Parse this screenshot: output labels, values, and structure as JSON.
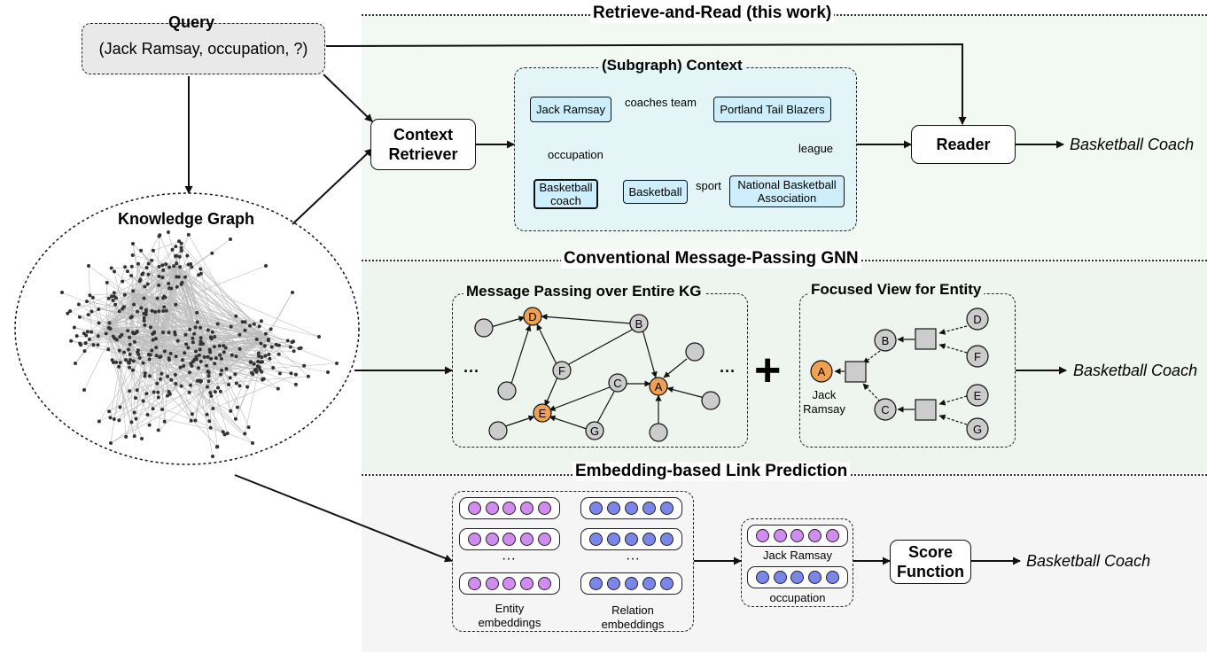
{
  "colors": {
    "retrieve_bg": "#f2f8f2",
    "gnn_bg": "#eef4ee",
    "embed_bg": "#f5f5f5",
    "node_fill": "#cdeefa",
    "context_fill": "#e4f5f7",
    "orange": "#f0a050",
    "gray_node": "#cccccc",
    "purple": "#d18cf0",
    "blue": "#7b86ea"
  },
  "query": {
    "title": "Query",
    "text": "(Jack Ramsay, occupation, ?)"
  },
  "kg": {
    "title": "Knowledge Graph"
  },
  "retrieve": {
    "section_title": "Retrieve-and-Read (this work)",
    "context_retriever": "Context Retriever",
    "reader": "Reader",
    "output": "Basketball Coach",
    "context": {
      "title": "(Subgraph) Context",
      "nodes": {
        "jack": "Jack Ramsay",
        "portland": "Portland Tail Blazers",
        "coach": "Basketball coach",
        "basketball": "Basketball",
        "nba": "National Basketball Association"
      },
      "edges": {
        "coaches": "coaches team",
        "occupation": "occupation",
        "league": "league",
        "sport": "sport"
      }
    }
  },
  "gnn": {
    "section_title": "Conventional Message-Passing GNN",
    "mp_title": "Message Passing over Entire KG",
    "focus_title": "Focused View for Entity",
    "ellipsis": "···",
    "plus": "+",
    "labels": {
      "A": "A",
      "B": "B",
      "C": "C",
      "D": "D",
      "E": "E",
      "F": "F",
      "G": "G"
    },
    "jack": "Jack Ramsay",
    "output": "Basketball Coach"
  },
  "embed": {
    "section_title": "Embedding-based Link Prediction",
    "entity_caption": "Entity embeddings",
    "relation_caption": "Relation embeddings",
    "ellipsis": "···",
    "jack": "Jack Ramsay",
    "occupation": "occupation",
    "score": "Score Function",
    "output": "Basketball Coach"
  }
}
